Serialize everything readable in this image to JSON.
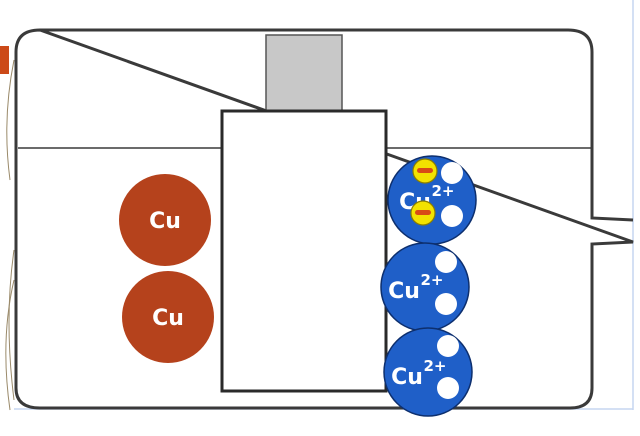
{
  "colors": {
    "background": "#ffffff",
    "container_stroke": "#3a3a3a",
    "electrode_fill": "#ffffff",
    "electrode_stroke": "#2a2a2a",
    "rod_fill": "#c8c8c8",
    "rod_stroke": "#555555",
    "copper_atom": "#b5421c",
    "copper_ion": "#1f5fc8",
    "ion_outline": "#0d2f6e",
    "electron": "#f2e200",
    "electron_stroke": "#8a7d00",
    "electron_minus": "#d84b16",
    "hole": "#ffffff",
    "accent_bar": "#cc4a18",
    "edge_line": "#c5d5f0",
    "curve_lines": "#9a8a6a"
  },
  "diagram": {
    "atoms": [
      {
        "label": "Cu"
      },
      {
        "label": "Cu"
      }
    ],
    "ions": [
      {
        "label": "Cu",
        "charge": "2+",
        "holes": 2,
        "electrons": 2
      },
      {
        "label": "Cu",
        "charge": "2+",
        "holes": 2,
        "electrons": 0
      },
      {
        "label": "Cu",
        "charge": "2+",
        "holes": 2,
        "electrons": 0
      }
    ]
  }
}
